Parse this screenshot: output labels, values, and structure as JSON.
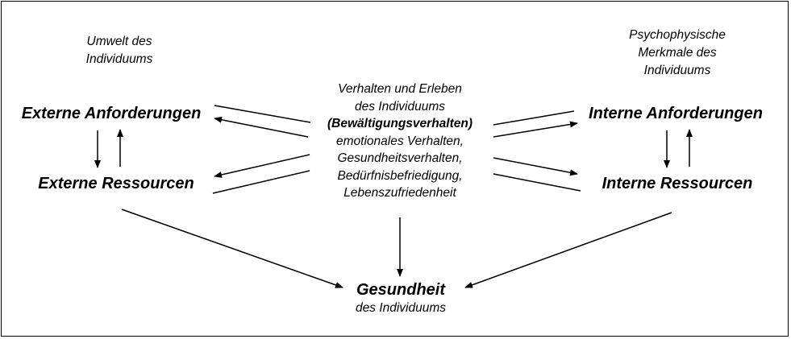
{
  "left_top_caption": [
    "Umwelt des",
    "Individuums"
  ],
  "right_top_caption": [
    "Psychophysische",
    "Merkmale des",
    "Individuums"
  ],
  "external_demands": "Externe Anforderungen",
  "external_resources": "Externe Ressourcen",
  "internal_demands": "Interne Anforderungen",
  "internal_resources": "Interne Ressourcen",
  "center": {
    "line1": "Verhalten und Erleben",
    "line2": "des Individuums",
    "line3": "(Bewältigungsverhalten)",
    "line4": "emotionales Verhalten,",
    "line5": "Gesundheitsverhalten,",
    "line6": "Bedürfnisbefriedigung,",
    "line7": "Lebenszufriedenheit"
  },
  "health": {
    "title": "Gesundheit",
    "subtitle": "des Individuums"
  }
}
